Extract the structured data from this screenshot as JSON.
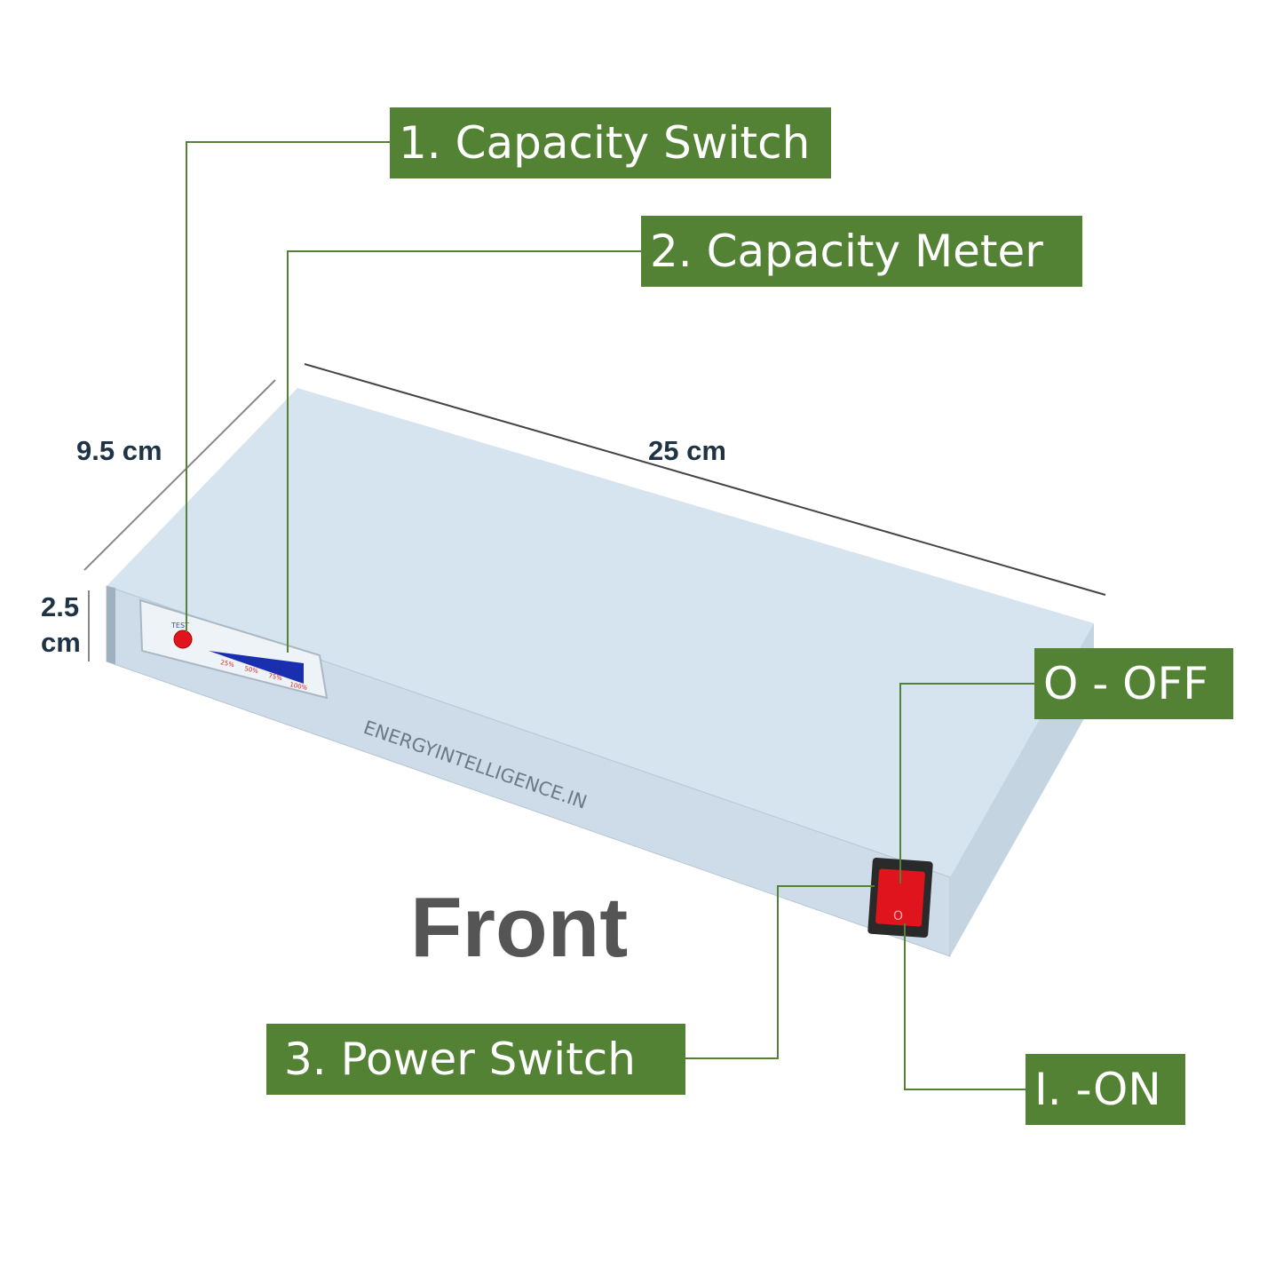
{
  "callouts": {
    "capacity_switch": "1. Capacity Switch",
    "capacity_meter": "2. Capacity Meter",
    "power_switch": "3. Power Switch",
    "off": "O - OFF",
    "on": "I. -ON"
  },
  "dimensions": {
    "depth": "9.5 cm",
    "length": "25 cm",
    "height_value": "2.5",
    "height_unit": "cm"
  },
  "view_label": "Front",
  "device": {
    "brand_text": "ENERGYINTELLIGENCE.IN",
    "test_label": "TEST",
    "meter_levels": [
      "25%",
      "50%",
      "75%",
      "100%"
    ],
    "switch_symbol": "O"
  },
  "colors": {
    "label_bg": "#548235",
    "box": "#d5e3ee",
    "switch": "#e0141c",
    "meter_bar": "#1a2fb0"
  }
}
